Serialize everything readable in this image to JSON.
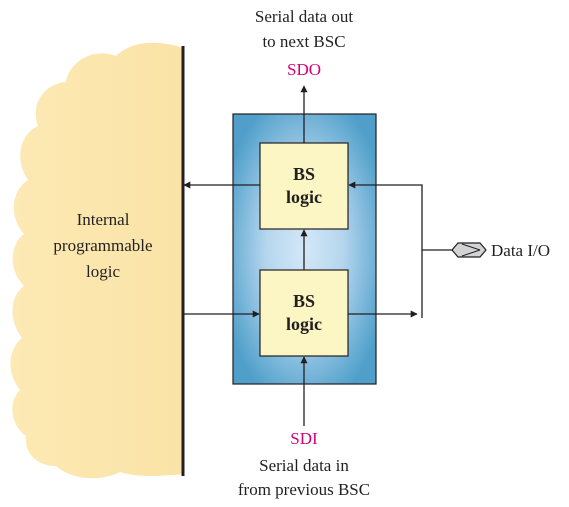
{
  "top_label": {
    "line1": "Serial data out",
    "line2": "to next BSC"
  },
  "sdo_label": "SDO",
  "bottom_label": {
    "line1": "Serial data in",
    "line2": "from previous BSC"
  },
  "sdi_label": "SDI",
  "internal_logic": {
    "line1": "Internal",
    "line2": "programmable",
    "line3": "logic"
  },
  "upper_block": {
    "line1": "BS",
    "line2": "logic"
  },
  "lower_block": {
    "line1": "BS",
    "line2": "logic"
  },
  "data_io_label": "Data I/O",
  "colors": {
    "cloud_fill": "#fbe7b0",
    "cell_outer": "#5aa8cf",
    "cell_inner": "#c9e1f4",
    "block_fill": "#fcf6c4",
    "signal_label": "#d6007e",
    "line": "#231f20"
  }
}
